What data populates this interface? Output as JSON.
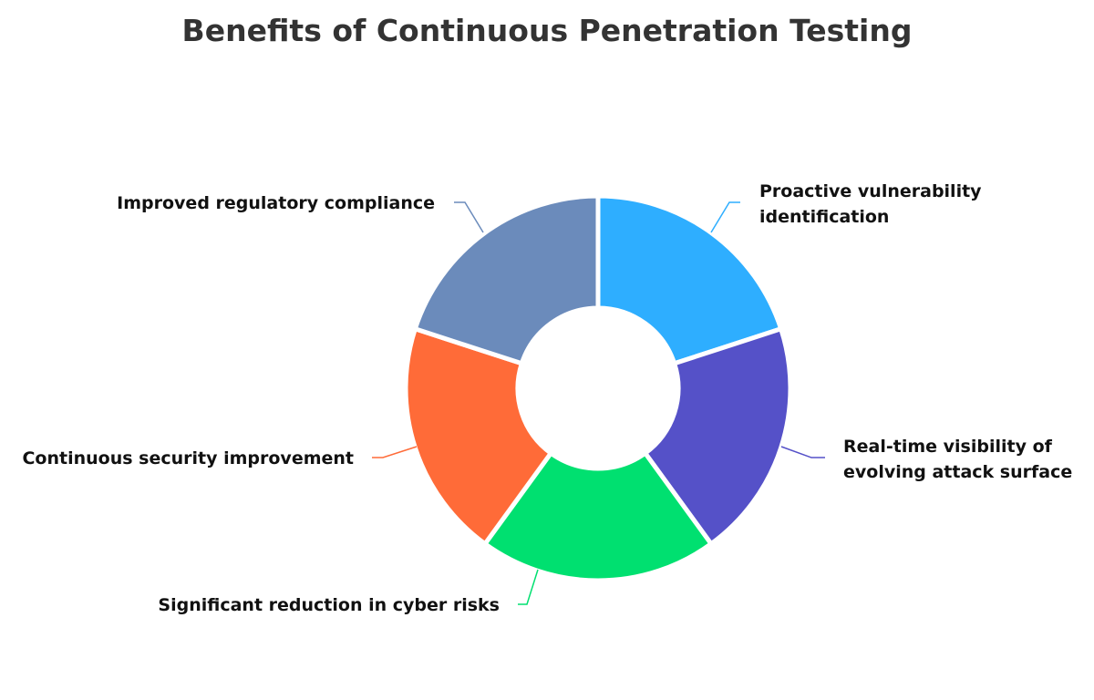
{
  "chart_data": {
    "type": "pie",
    "variant": "donut",
    "title": "Benefits of Continuous Penetration Testing",
    "categories": [
      "Proactive vulnerability identification",
      "Real-time visibility of evolving attack surface",
      "Significant reduction in cyber risks",
      "Continuous security improvement",
      "Improved regulatory compliance"
    ],
    "label_lines": [
      [
        "Proactive vulnerability",
        "identification"
      ],
      [
        "Real-time visibility of",
        "evolving attack surface"
      ],
      [
        "Significant reduction in cyber risks"
      ],
      [
        "Continuous security improvement"
      ],
      [
        "Improved regulatory compliance"
      ]
    ],
    "values": [
      1,
      1,
      1,
      1,
      1
    ],
    "colors": [
      "#2EAEFF",
      "#5551C8",
      "#00E070",
      "#FF6B38",
      "#6B8BBB"
    ],
    "legend": "none"
  }
}
